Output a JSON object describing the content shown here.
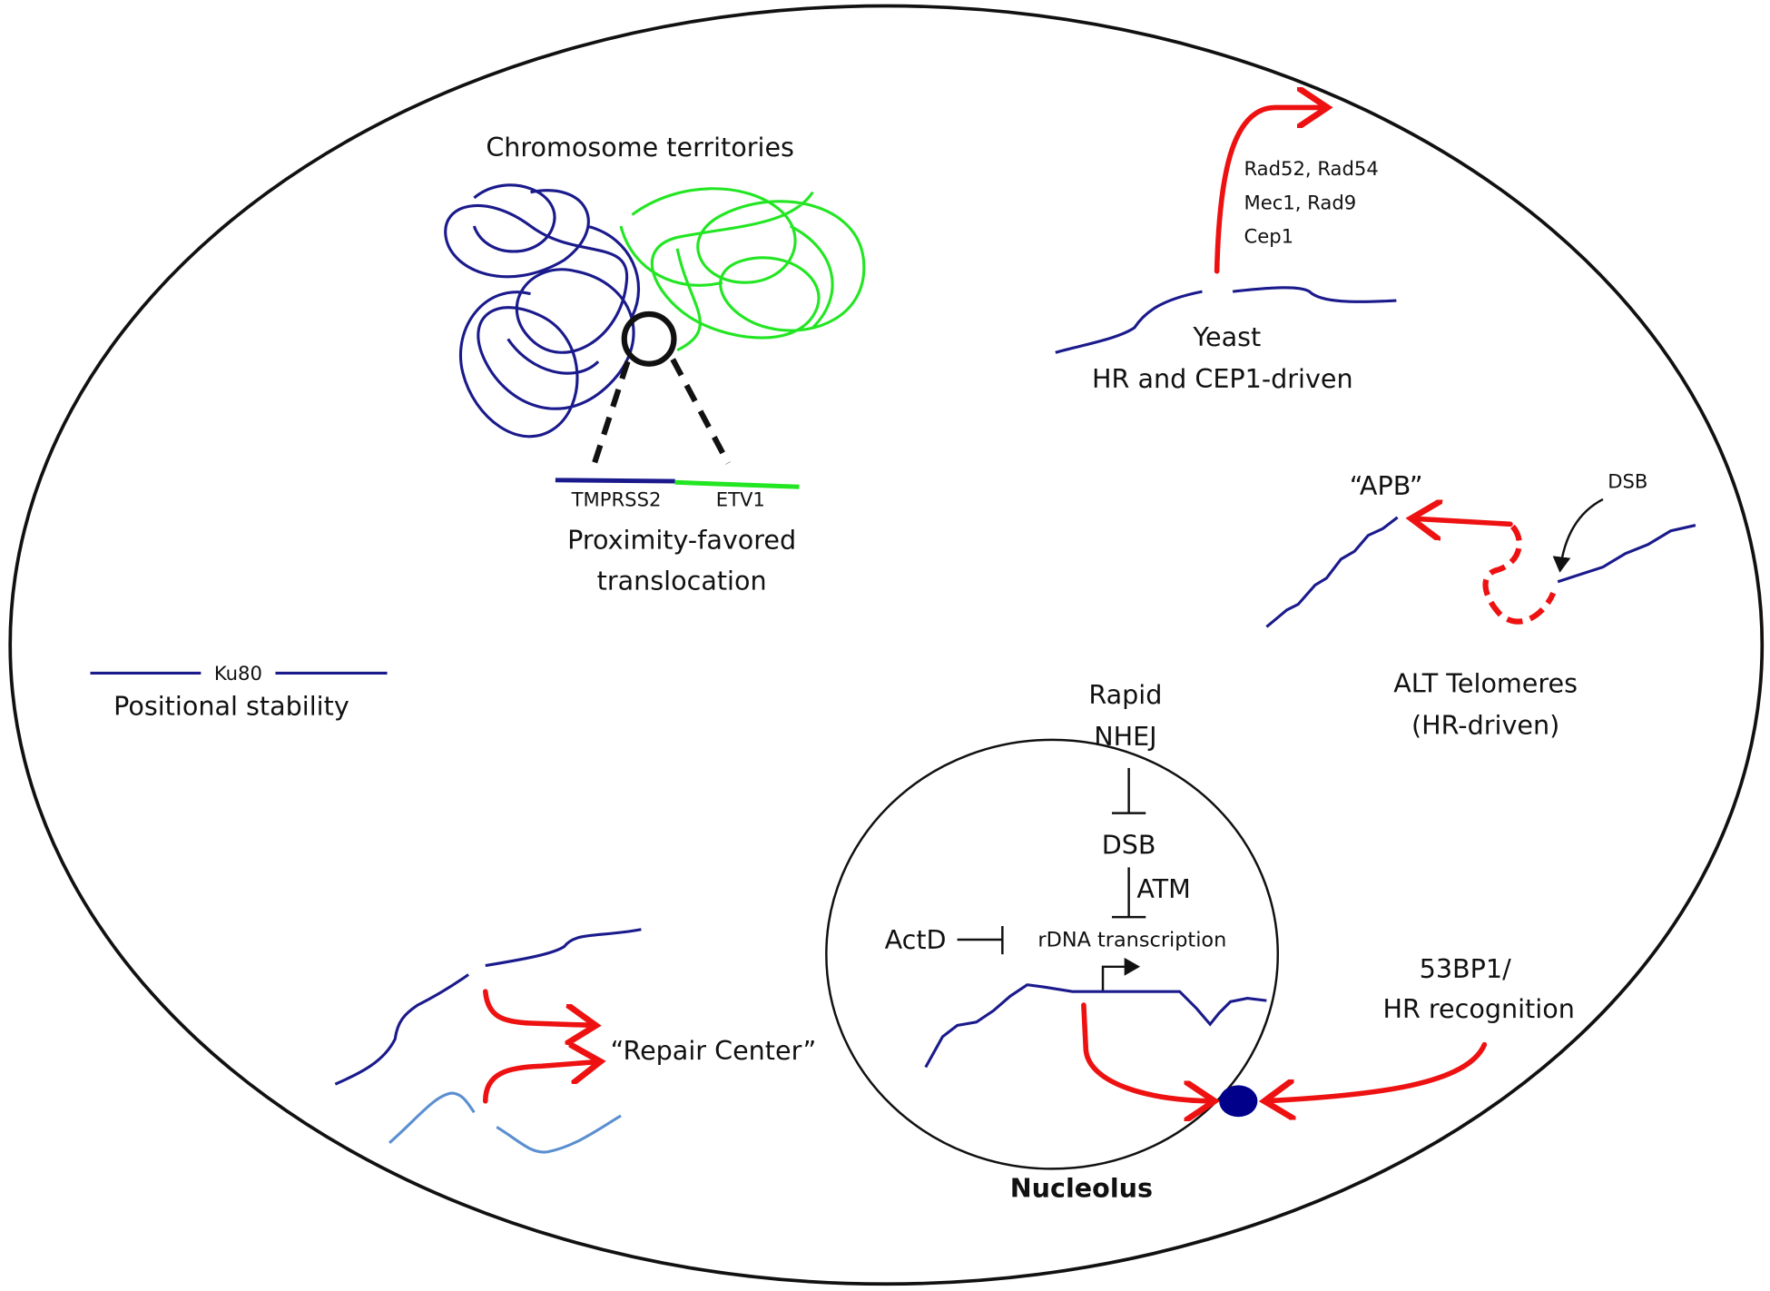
{
  "chromosome_territories": {
    "title": "Chromosome territories",
    "gene_left": "TMPRSS2",
    "gene_right": "ETV1",
    "caption_line1": "Proximity-favored",
    "caption_line2": "translocation"
  },
  "yeast": {
    "factors": [
      "Rad52, Rad54",
      "Mec1, Rad9",
      "Cep1"
    ],
    "caption_line1": "Yeast",
    "caption_line2": "HR and CEP1-driven"
  },
  "alt": {
    "apb_label": "“APB”",
    "dsb_label": "DSB",
    "caption_line1": "ALT Telomeres",
    "caption_line2": "(HR-driven)"
  },
  "positional": {
    "ku80_label": "Ku80",
    "caption": "Positional stability"
  },
  "nucleolus": {
    "rapid": "Rapid",
    "nhej": "NHEJ",
    "dsb": "DSB",
    "atm": "ATM",
    "actd": "ActD",
    "rdna": "rDNA transcription",
    "label": "Nucleolus"
  },
  "recognition": {
    "line1": "53BP1/",
    "line2": "HR recognition"
  },
  "repair_center": {
    "label": "“Repair Center”"
  },
  "colors": {
    "dna_blue": "#1a1a8c",
    "dna_light_blue": "#5b8fd0",
    "chromosome_green": "#22e622",
    "arrow_red": "#ee1111"
  }
}
